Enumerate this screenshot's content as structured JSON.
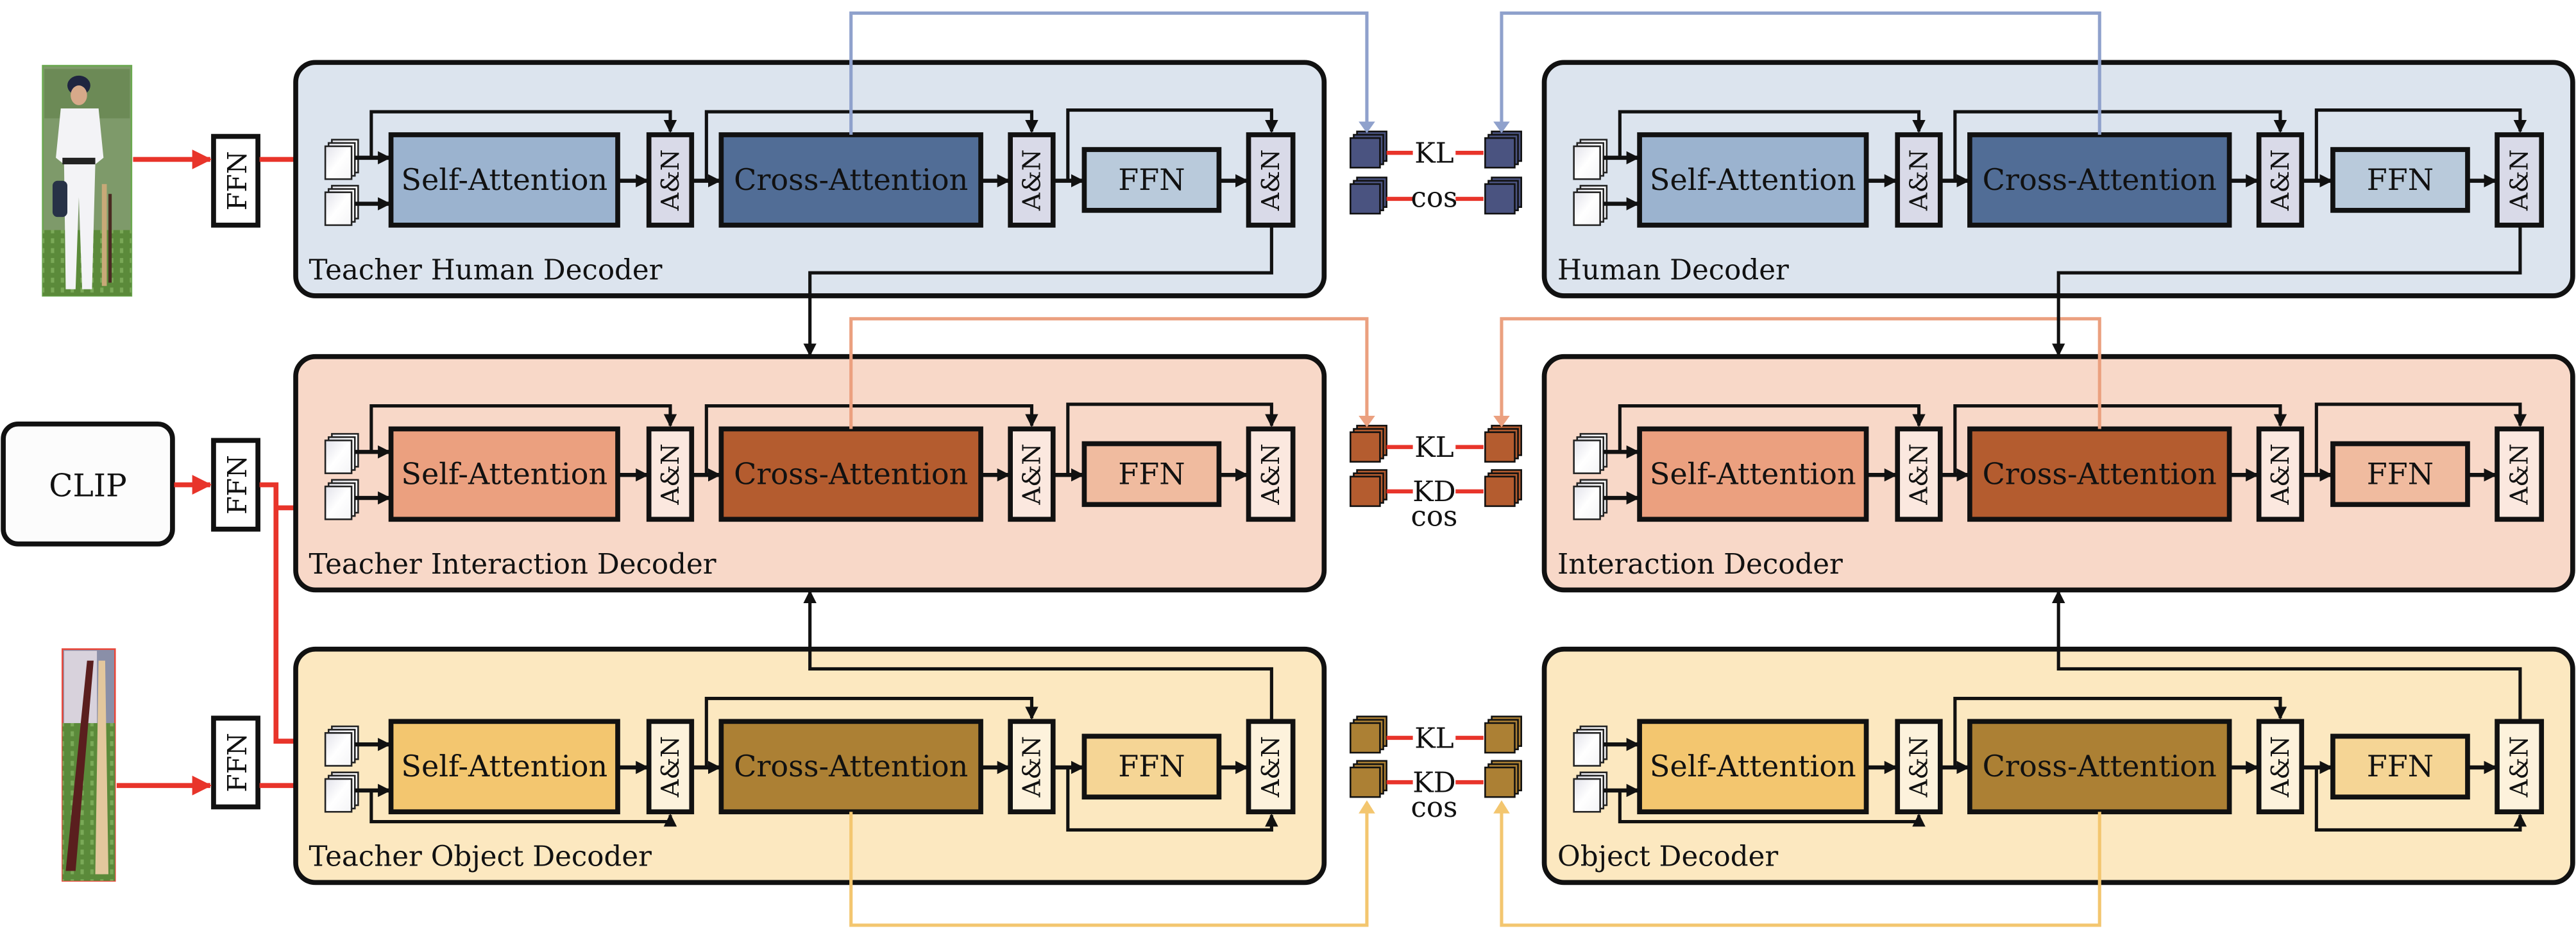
{
  "figure": {
    "inputs": {
      "human_image": {
        "label": "human crop image",
        "border_color": "#6aa84f"
      },
      "clip": {
        "label": "CLIP"
      },
      "object_image": {
        "label": "object crop image",
        "border_color": "#e8473a"
      },
      "ffn_label": "FFN"
    },
    "blocks": {
      "self_attention": "Self-Attention",
      "cross_attention": "Cross-Attention",
      "ffn": "FFN",
      "add_norm": "A&N"
    },
    "teacher_decoders": [
      {
        "id": "human",
        "title": "Teacher Human Decoder",
        "colors": {
          "panel": "#dce4ee",
          "self_attn": "#9bb3cf",
          "cross_attn": "#516d96",
          "ffn": "#b9cadb",
          "an": "#d9dae8",
          "text_on_cross": "#111111"
        }
      },
      {
        "id": "interaction",
        "title": "Teacher Interaction Decoder",
        "colors": {
          "panel": "#f8d8c8",
          "self_attn": "#eba07f",
          "cross_attn": "#b45c2f",
          "ffn": "#f0bb9f",
          "an": "#fbe8df"
        }
      },
      {
        "id": "object",
        "title": "Teacher Object Decoder",
        "colors": {
          "panel": "#fce8c0",
          "self_attn": "#f3c66f",
          "cross_attn": "#ac8034",
          "ffn": "#f5d595",
          "an": "#fdf2dc"
        }
      }
    ],
    "student_decoders": [
      {
        "id": "human",
        "title": "Human Decoder"
      },
      {
        "id": "interaction",
        "title": "Interaction Decoder"
      },
      {
        "id": "object",
        "title": "Object Decoder"
      }
    ],
    "distillation": [
      {
        "row": "human",
        "losses": [
          "KL",
          "cos"
        ],
        "cube_color": "#4a5380",
        "link_color": "#8fa1cc"
      },
      {
        "row": "interaction",
        "losses": [
          "KL",
          "KD",
          "cos"
        ],
        "cube_color": "#b45c2f",
        "link_color": "#eba07f"
      },
      {
        "row": "object",
        "losses": [
          "KL",
          "KD",
          "cos"
        ],
        "cube_color": "#ac8034",
        "link_color": "#f3c66f"
      }
    ],
    "colors": {
      "input_arrow": "#e8342a",
      "loss_link": "#e8342a",
      "flow": "#111111"
    }
  }
}
